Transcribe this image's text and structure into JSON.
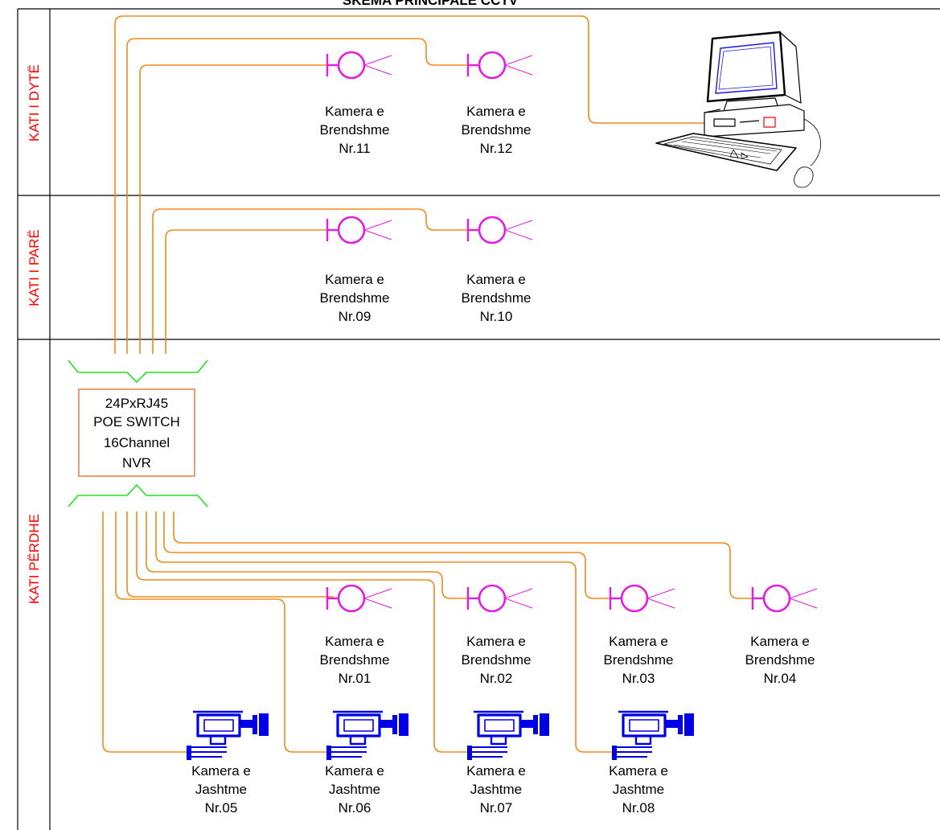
{
  "title": "SKEMA PRINCIPALE CCTV",
  "colors": {
    "frame": "#000000",
    "floor_label": "#ff0000",
    "cable": "#f08a1c",
    "indoor_camera": "#e01ee0",
    "outdoor_camera": "#0000e6",
    "switch_border": "#f07a40",
    "switch_connector": "#22e022"
  },
  "floors": [
    {
      "id": "kati-i-dyte",
      "label": "KATI I DYTË"
    },
    {
      "id": "kati-i-pare",
      "label": "KATI I PARË"
    },
    {
      "id": "kati-perdhe",
      "label": "KATI PËRDHE"
    }
  ],
  "switch": {
    "lines": [
      "24PxRJ45",
      "POE SWITCH",
      "16Channel",
      "NVR"
    ]
  },
  "workstation": {
    "icon": "computer-workstation-icon"
  },
  "cameras": [
    {
      "id": "nr11",
      "type": "indoor",
      "lines": [
        "Kamera e",
        "Brendshme",
        "Nr.11"
      ]
    },
    {
      "id": "nr12",
      "type": "indoor",
      "lines": [
        "Kamera e",
        "Brendshme",
        "Nr.12"
      ]
    },
    {
      "id": "nr09",
      "type": "indoor",
      "lines": [
        "Kamera e",
        "Brendshme",
        "Nr.09"
      ]
    },
    {
      "id": "nr10",
      "type": "indoor",
      "lines": [
        "Kamera e",
        "Brendshme",
        "Nr.10"
      ]
    },
    {
      "id": "nr01",
      "type": "indoor",
      "lines": [
        "Kamera e",
        "Brendshme",
        "Nr.01"
      ]
    },
    {
      "id": "nr02",
      "type": "indoor",
      "lines": [
        "Kamera e",
        "Brendshme",
        "Nr.02"
      ]
    },
    {
      "id": "nr03",
      "type": "indoor",
      "lines": [
        "Kamera e",
        "Brendshme",
        "Nr.03"
      ]
    },
    {
      "id": "nr04",
      "type": "indoor",
      "lines": [
        "Kamera e",
        "Brendshme",
        "Nr.04"
      ]
    },
    {
      "id": "nr05",
      "type": "outdoor",
      "lines": [
        "Kamera e",
        "Jashtme",
        "Nr.05"
      ]
    },
    {
      "id": "nr06",
      "type": "outdoor",
      "lines": [
        "Kamera e",
        "Jashtme",
        "Nr.06"
      ]
    },
    {
      "id": "nr07",
      "type": "outdoor",
      "lines": [
        "Kamera e",
        "Jashtme",
        "Nr.07"
      ]
    },
    {
      "id": "nr08",
      "type": "outdoor",
      "lines": [
        "Kamera e",
        "Jashtme",
        "Nr.08"
      ]
    }
  ]
}
